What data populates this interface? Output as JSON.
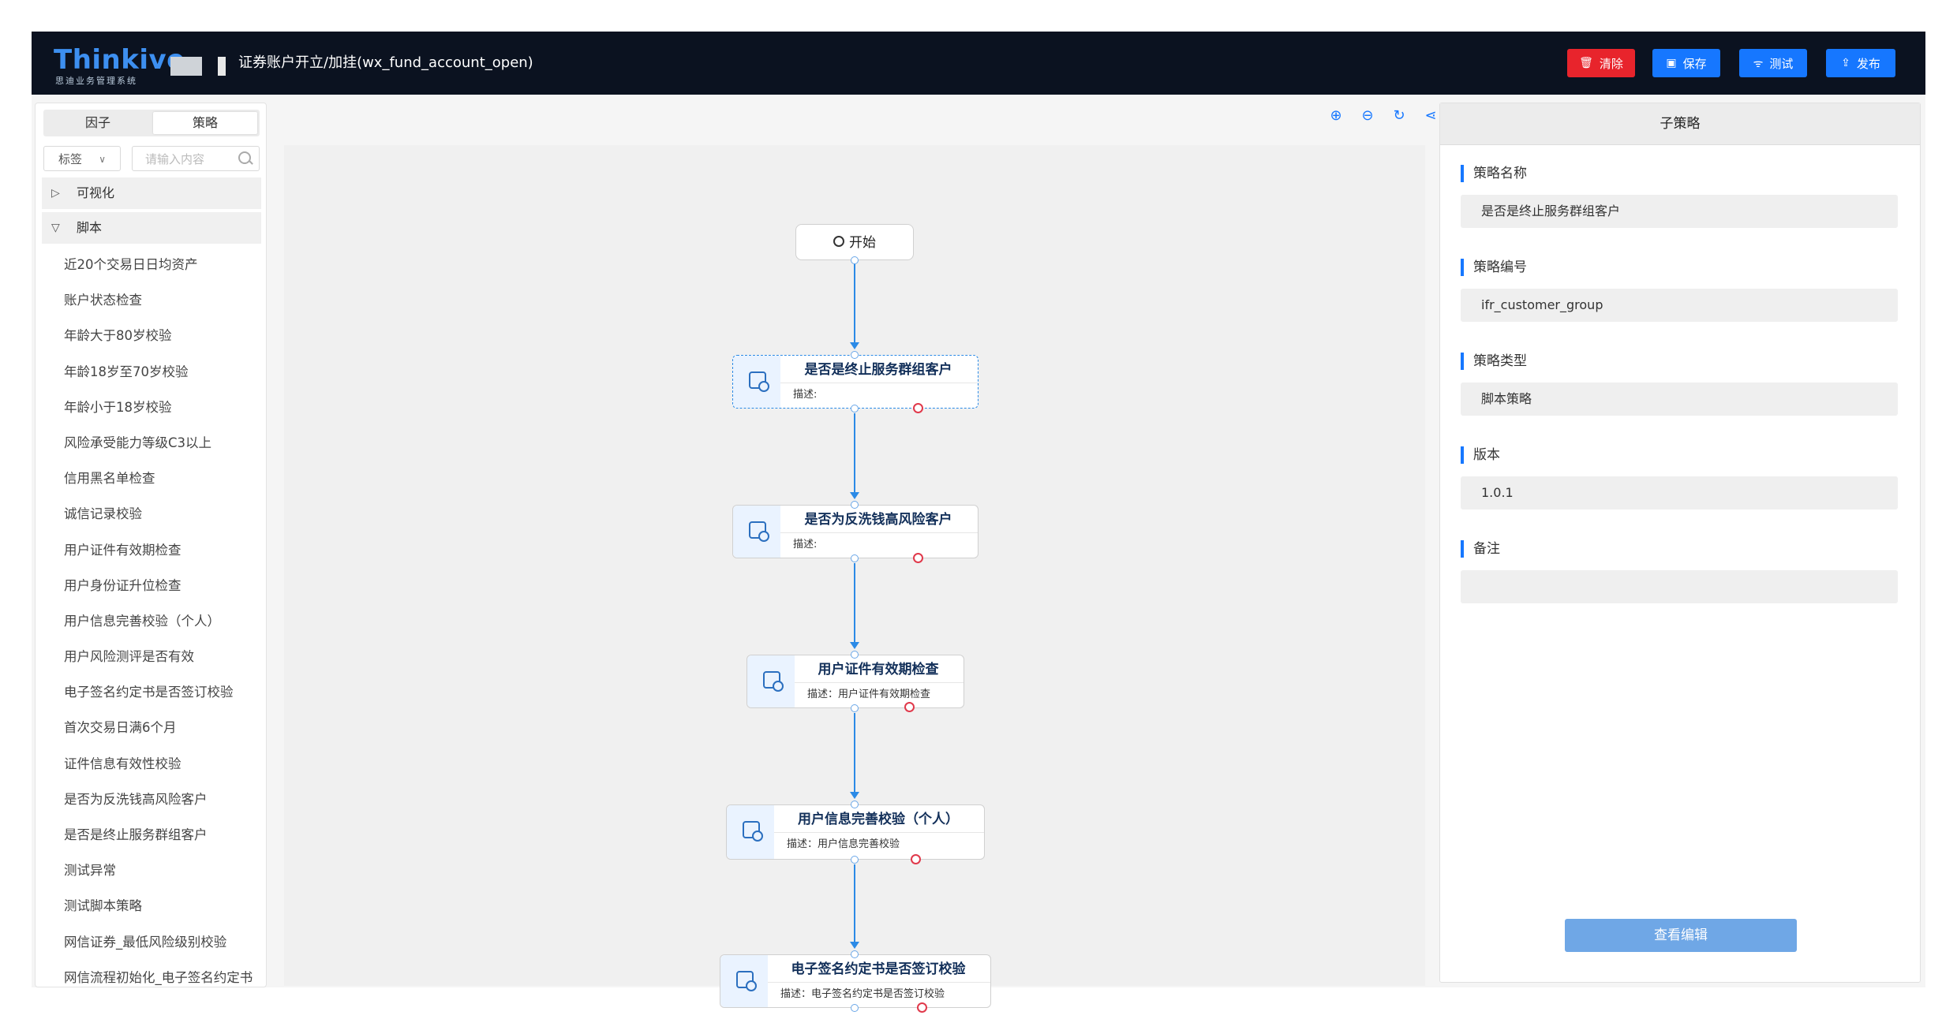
{
  "header": {
    "logo_text": "Thinkive",
    "logo_subtitle": "思迪业务管理系统",
    "page_title": "证券账户开立/加挂(wx_fund_account_open)",
    "buttons": {
      "clear": {
        "label": "清除",
        "icon": "trash-icon"
      },
      "save": {
        "label": "保存",
        "icon": "save-icon"
      },
      "test": {
        "label": "测试",
        "icon": "wifi-icon"
      },
      "publish": {
        "label": "发布",
        "icon": "upload-icon"
      }
    }
  },
  "sidebar": {
    "tabs": [
      "因子",
      "策略"
    ],
    "active_tab": "策略",
    "tag_select": "标签",
    "search_placeholder": "请输入内容",
    "groups": [
      {
        "label": "可视化",
        "expanded": false
      },
      {
        "label": "脚本",
        "expanded": true
      }
    ],
    "script_items": [
      "近20个交易日日均资产",
      "账户状态检查",
      "年龄大于80岁校验",
      "年龄18岁至70岁校验",
      "年龄小于18岁校验",
      "风险承受能力等级C3以上",
      "信用黑名单检查",
      "诚信记录校验",
      "用户证件有效期检查",
      "用户身份证升位检查",
      "用户信息完善校验（个人）",
      "用户风险测评是否有效",
      "电子签名约定书是否签订校验",
      "首次交易日满6个月",
      "证件信息有效性校验",
      "是否为反洗钱高风险客户",
      "是否是终止服务群组客户",
      "测试异常",
      "测试脚本策略",
      "网信证券_最低风险级别校验",
      "网信流程初始化_电子签名约定书"
    ]
  },
  "canvas": {
    "toolbar": [
      "zoom-in-icon",
      "zoom-out-icon",
      "reset-icon",
      "share-icon"
    ],
    "start_label": "开始",
    "nodes": [
      {
        "title": "是否是终止服务群组客户",
        "desc": "描述:",
        "selected": true
      },
      {
        "title": "是否为反洗钱高风险客户",
        "desc": "描述:",
        "selected": false
      },
      {
        "title": "用户证件有效期检查",
        "desc": "描述：用户证件有效期检查",
        "selected": false
      },
      {
        "title": "用户信息完善校验（个人）",
        "desc": "描述：用户信息完善校验",
        "selected": false
      },
      {
        "title": "电子签名约定书是否签订校验",
        "desc": "描述：电子签名约定书是否签订校验",
        "selected": false
      }
    ]
  },
  "detail_panel": {
    "title": "子策略",
    "fields": [
      {
        "label": "策略名称",
        "value": "是否是终止服务群组客户"
      },
      {
        "label": "策略编号",
        "value": "ifr_customer_group"
      },
      {
        "label": "策略类型",
        "value": "脚本策略"
      },
      {
        "label": "版本",
        "value": "1.0.1"
      },
      {
        "label": "备注",
        "value": ""
      }
    ],
    "edit_button": "查看编辑"
  },
  "colors": {
    "header_bg": "#0b1220",
    "accent": "#1677ff",
    "danger": "#e8242c",
    "edge": "#2b8ae6"
  }
}
